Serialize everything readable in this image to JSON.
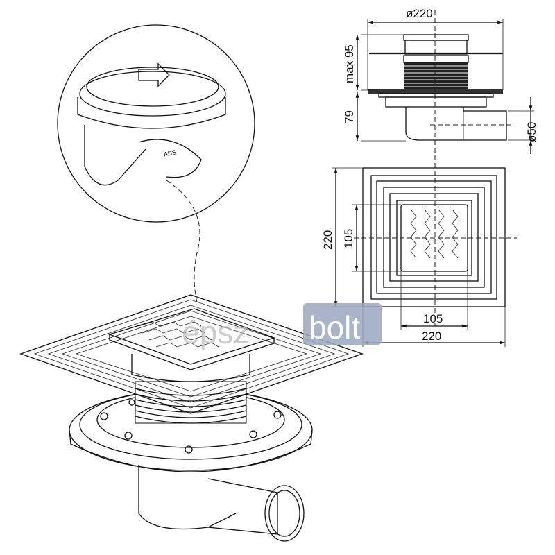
{
  "title": "Floor drain technical drawing",
  "dimensions": {
    "top_diameter": "ø220",
    "max_height": "max 95",
    "body_height": "79",
    "outlet_diameter": "ø50",
    "plan_height": "220",
    "grate_height": "105",
    "grate_width": "105",
    "plan_width": "220"
  },
  "watermark": {
    "prefix": "épsz",
    "brand": "bolt",
    "badge_color": "#9aa7c0"
  },
  "detail_label": "ABS"
}
